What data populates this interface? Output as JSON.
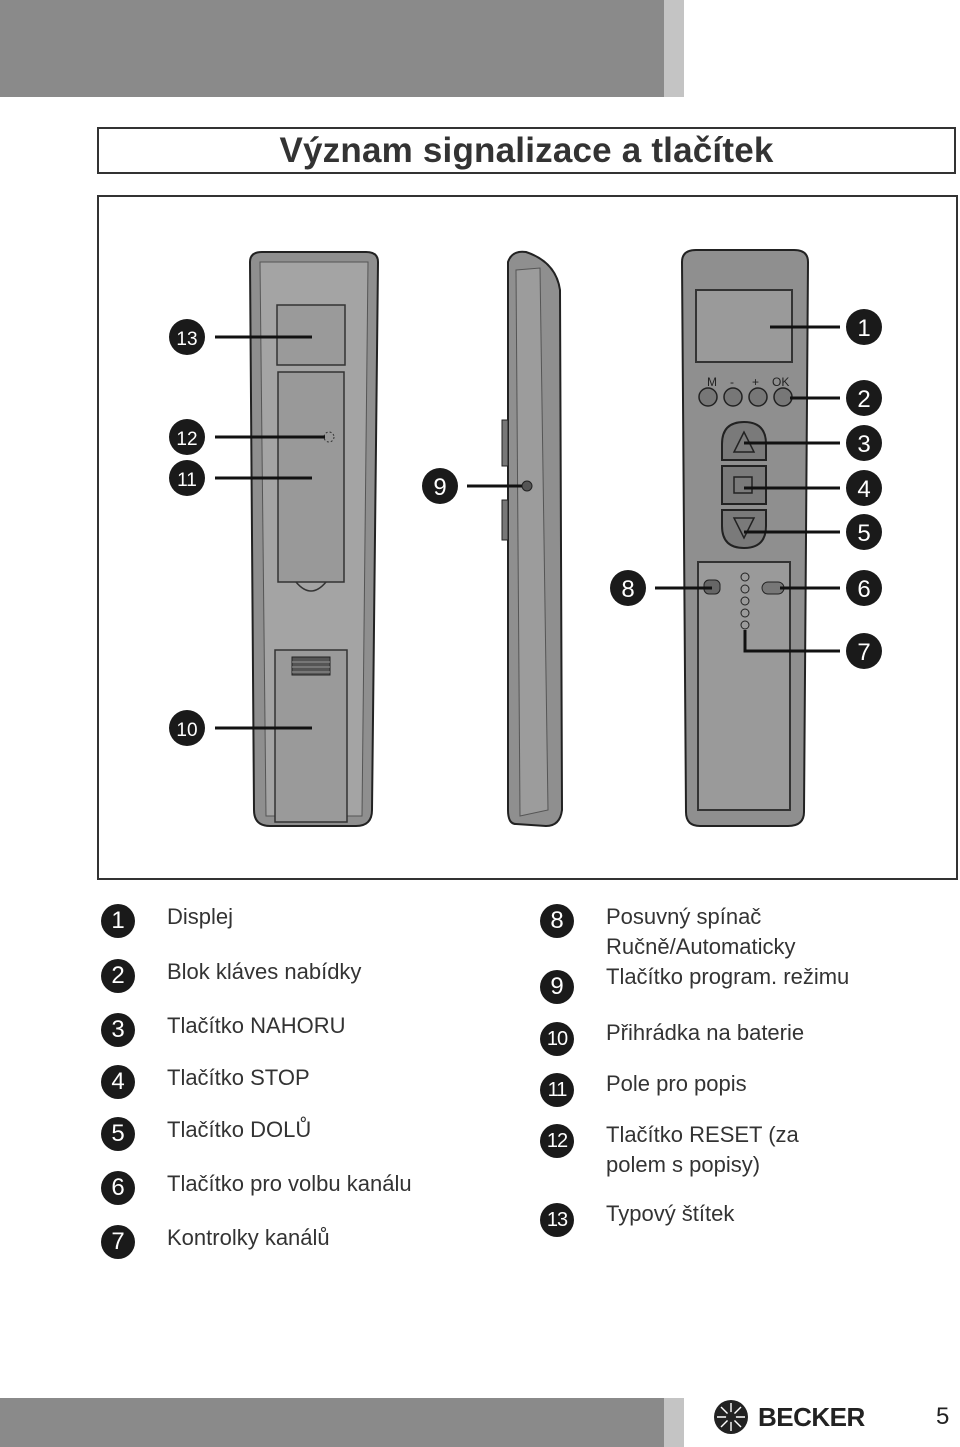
{
  "title": "Význam signalizace a tlačítek",
  "remote_labels": {
    "m": "M",
    "minus": "-",
    "plus": "+",
    "ok": "OK"
  },
  "callouts": [
    "1",
    "2",
    "3",
    "4",
    "5",
    "6",
    "7",
    "8",
    "9",
    "10",
    "11",
    "12",
    "13"
  ],
  "legend": [
    {
      "num": "1",
      "text": "Displej"
    },
    {
      "num": "2",
      "text": "Blok kláves nabídky"
    },
    {
      "num": "3",
      "text": "Tlačítko NAHORU"
    },
    {
      "num": "4",
      "text": "Tlačítko STOP"
    },
    {
      "num": "5",
      "text": "Tlačítko DOLŮ"
    },
    {
      "num": "6",
      "text": "Tlačítko pro volbu kanálu"
    },
    {
      "num": "7",
      "text": "Kontrolky kanálů"
    },
    {
      "num": "8",
      "text": "Posuvný spínač",
      "text2": "Ručně/Automaticky"
    },
    {
      "num": "9",
      "text": "Tlačítko program. režimu"
    },
    {
      "num": "10",
      "text": "Přihrádka na baterie"
    },
    {
      "num": "11",
      "text": "Pole pro popis"
    },
    {
      "num": "12",
      "text": "Tlačítko RESET (za",
      "text2": "polem s popisy)"
    },
    {
      "num": "13",
      "text": "Typový štítek"
    }
  ],
  "footer": {
    "brand": "BECKER",
    "page": "5"
  }
}
